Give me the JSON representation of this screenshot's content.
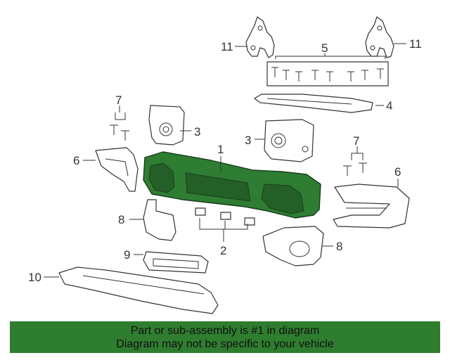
{
  "callouts": {
    "c1": "1",
    "c2": "2",
    "c3a": "3",
    "c3b": "3",
    "c4": "4",
    "c5": "5",
    "c6a": "6",
    "c6b": "6",
    "c7a": "7",
    "c7b": "7",
    "c8a": "8",
    "c8b": "8",
    "c9": "9",
    "c10": "10",
    "c11a": "11",
    "c11b": "11"
  },
  "banner": {
    "line1": "Part or sub-assembly is #1 in diagram",
    "line2": "Diagram may not be specific to your vehicle"
  },
  "colors": {
    "highlight": "#2e7d32",
    "banner": "#2f7d2f"
  }
}
